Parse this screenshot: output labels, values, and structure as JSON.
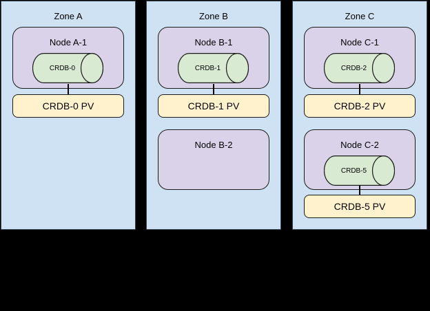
{
  "colors": {
    "canvas_bg": "#000000",
    "zone_fill": "#cfe2f3",
    "zone_border": "#37434f",
    "node_fill": "#d9d2e9",
    "node_border": "#1a1a1a",
    "cylinder_fill": "#d9ead3",
    "cylinder_border": "#1a1a1a",
    "pv_fill": "#fff2cc",
    "pv_border": "#1a1a1a",
    "connector": "#000000",
    "label_text": "#000000"
  },
  "zones": [
    {
      "label": "Zone A",
      "nodes": [
        {
          "label": "Node A-1",
          "cylinder": "CRDB-0",
          "pv": "CRDB-0 PV"
        }
      ]
    },
    {
      "label": "Zone B",
      "nodes": [
        {
          "label": "Node B-1",
          "cylinder": "CRDB-1",
          "pv": "CRDB-1 PV"
        },
        {
          "label": "Node B-2"
        }
      ]
    },
    {
      "label": "Zone C",
      "nodes": [
        {
          "label": "Node C-1",
          "cylinder": "CRDB-2",
          "pv": "CRDB-2 PV"
        },
        {
          "label": "Node C-2",
          "cylinder": "CRDB-5",
          "pv": "CRDB-5 PV"
        }
      ]
    }
  ]
}
